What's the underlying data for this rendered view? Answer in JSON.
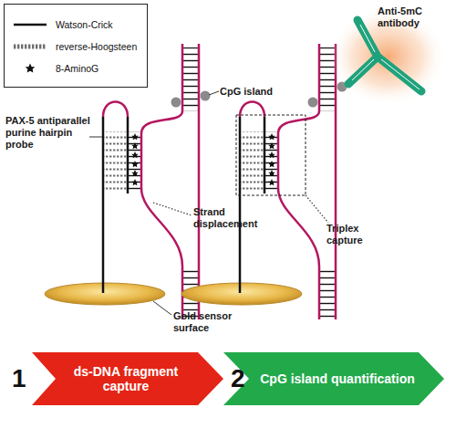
{
  "diagram": {
    "nodes": [
      {
        "text": [
          "1",
          "ds-DNA fragment capture"
        ]
      },
      {
        "text": [
          "2",
          "CpG island quantification"
        ]
      }
    ],
    "labels": [
      "Anti-5mC antibody",
      "CpG island",
      "PAX-5 antiparallel purine hairpin probe",
      "Strand displacement",
      "Triplex capture",
      "Gold sensor surface"
    ],
    "legend": [
      {
        "text": "Watson-Crick"
      },
      {
        "text": "reverse-Hoogsteen"
      },
      {
        "text": "8-AminoG"
      }
    ]
  }
}
